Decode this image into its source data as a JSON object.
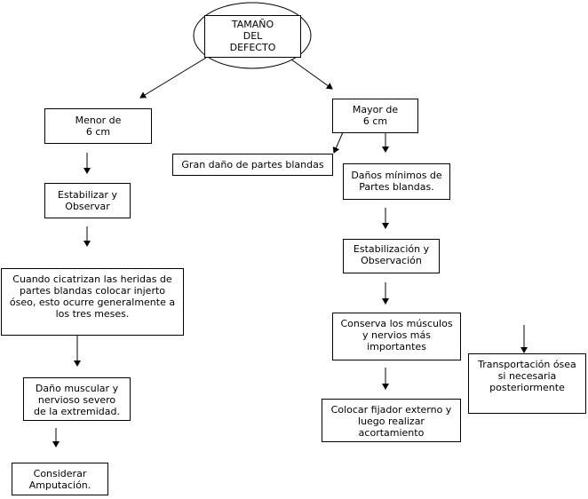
{
  "diagram": {
    "title": "TAMAÑO\nDEL\nDEFECTO",
    "nodes": {
      "root": "TAMAÑO\nDEL\nDEFECTO",
      "menor": "Menor de\n6 cm",
      "estabilizar": "Estabilizar y\nObservar",
      "cicatrizan": "Cuando cicatrizan las heridas de\npartes blandas colocar injerto\nóseo, esto ocurre generalmente a\nlos tres meses.",
      "dano_muscular": "Daño muscular y\nnervioso severo\nde la extremidad.",
      "amputacion": "Considerar\nAmputación.",
      "mayor": "Mayor de\n6 cm",
      "gran_dano": "Gran daño de partes blandas",
      "danos_minimos": "Daños mínimos de\nPartes blandas.",
      "estabilizacion": "Estabilización y\nObservación",
      "conserva": "Conserva los músculos\ny nervios más\nimportantes",
      "fijador": "Colocar fijador externo y\nluego realizar\nacortamiento",
      "transportacion": "Transportación ósea\nsi necesaria\nposteriormente"
    }
  }
}
